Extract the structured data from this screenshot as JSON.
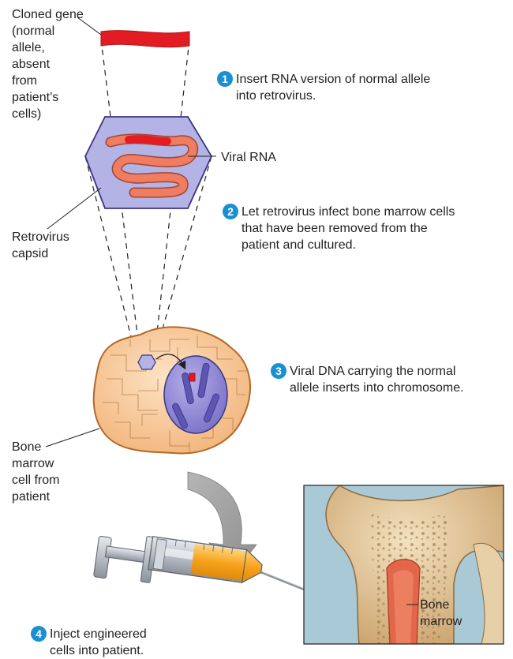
{
  "labels": {
    "cloned_gene": "Cloned gene\n(normal\nallele,\nabsent\nfrom\npatient’s\ncells)",
    "viral_rna": "Viral RNA",
    "capsid": "Retrovirus\ncapsid",
    "bone_marrow_cell": "Bone\nmarrow\ncell from\npatient",
    "bone_marrow": "Bone\nmarrow"
  },
  "steps": [
    {
      "num": "1",
      "text": "Insert RNA version of normal allele\ninto retrovirus."
    },
    {
      "num": "2",
      "text": "Let retrovirus infect bone marrow cells\nthat have been removed from the\npatient and cultured."
    },
    {
      "num": "3",
      "text": "Viral DNA carrying the normal\nallele inserts into chromosome."
    },
    {
      "num": "4",
      "text": "Inject engineered\ncells into patient."
    }
  ],
  "colors": {
    "step_badge": "#1a8fd1",
    "gene_red": "#e31b23",
    "capsid_fill": "#b3b3e6",
    "viral_rna": "#f07c62",
    "cell_fill": "#f7c99a",
    "nucleus": "#8d86d3",
    "syringe_orange": "#f7a21b",
    "bone_panel_bg": "#a9c9d6"
  }
}
